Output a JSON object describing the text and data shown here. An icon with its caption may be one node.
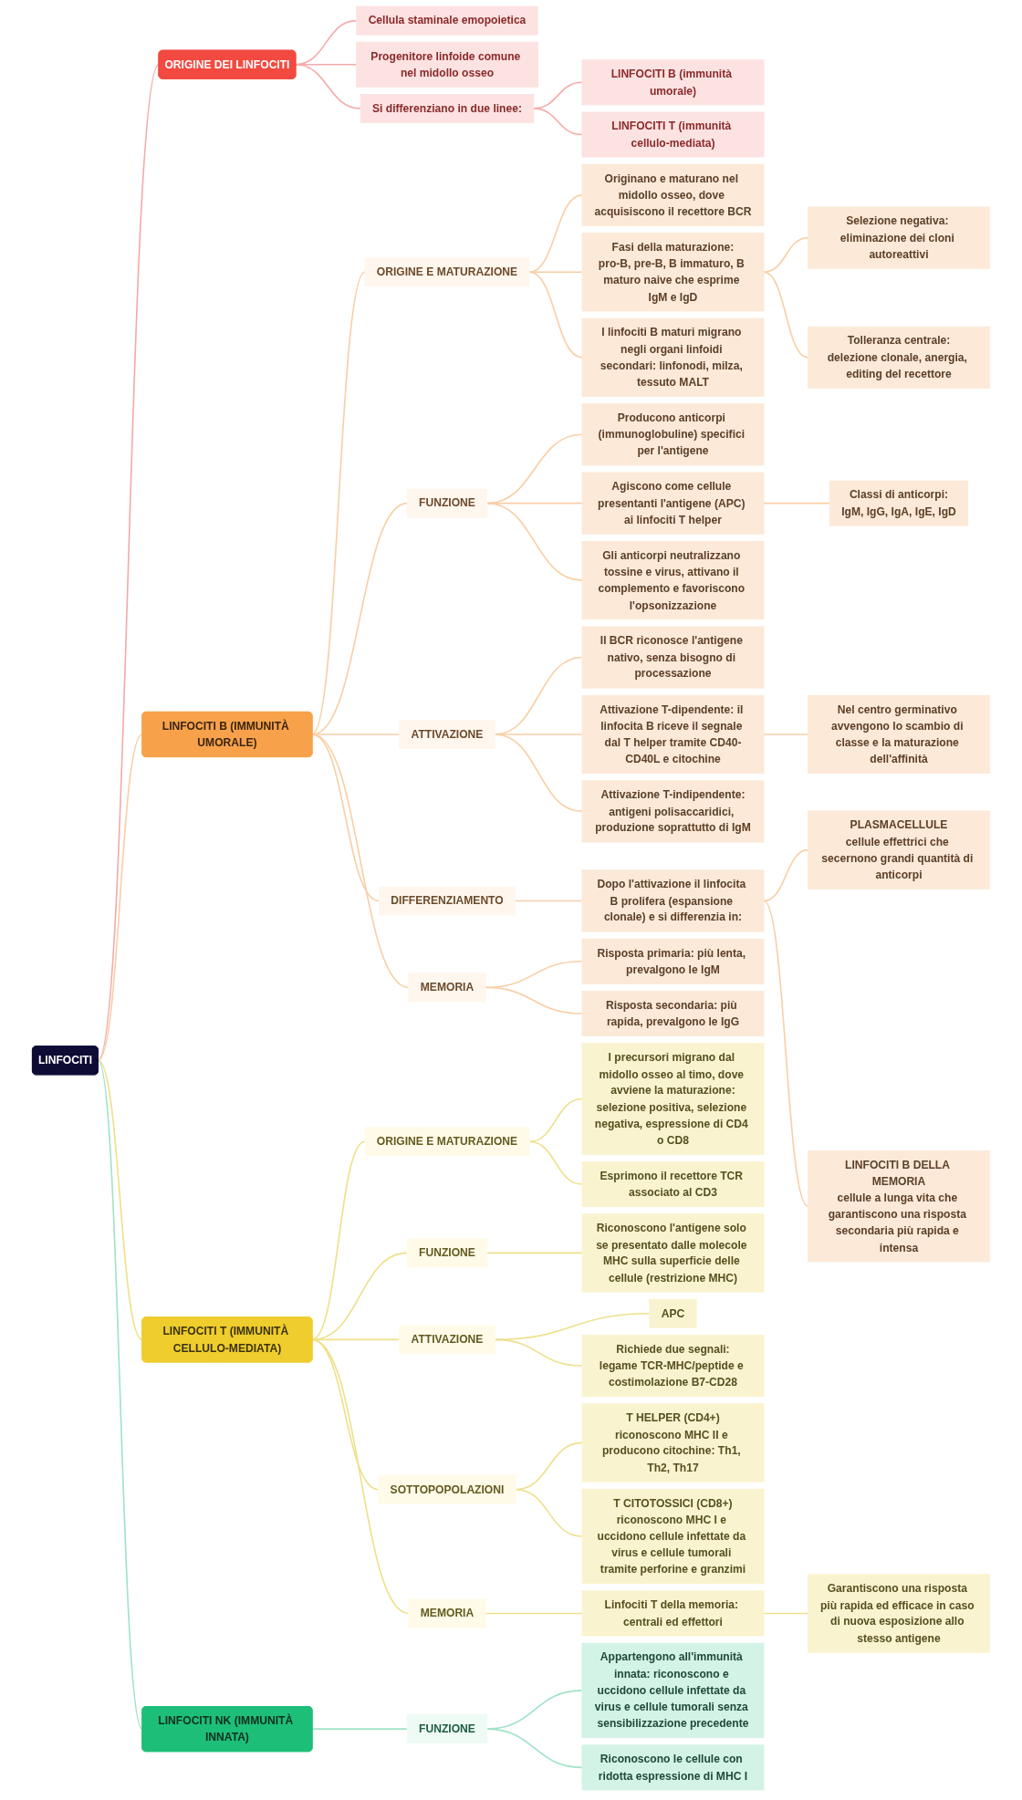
{
  "diagram": {
    "nodes": [
      {
        "text": [
          "LINFOCITI"
        ]
      },
      {
        "text": [
          "ORIGINE DEI LINFOCITI"
        ]
      },
      {
        "text": [
          "Cellula staminale emopoietica"
        ]
      },
      {
        "text": [
          "Progenitore linfoide comune nel midollo osseo"
        ]
      },
      {
        "text": [
          "Si differenziano in due linee:"
        ]
      },
      {
        "text": [
          "LINFOCITI B (immunità umorale)"
        ]
      },
      {
        "text": [
          "LINFOCITI T (immunità cellulo-mediata)"
        ]
      },
      {
        "text": [
          "LINFOCITI B (IMMUNITÀ UMORALE)"
        ]
      },
      {
        "text": [
          "ORIGINE E MATURAZIONE"
        ]
      },
      {
        "text": [
          "Originano e maturano nel midollo osseo, dove acquisiscono il recettore BCR"
        ]
      },
      {
        "text": [
          "Fasi della maturazione:",
          "pro-B, pre-B, B immaturo, B maturo naive che esprime IgM e IgD"
        ]
      },
      {
        "text": [
          "Selezione negativa: eliminazione dei cloni autoreattivi"
        ]
      },
      {
        "text": [
          "Tolleranza centrale:",
          "delezione clonale, anergia, editing del recettore"
        ]
      },
      {
        "text": [
          "I linfociti B maturi migrano negli organi linfoidi secondari: linfonodi, milza, tessuto MALT"
        ]
      },
      {
        "text": [
          "FUNZIONE"
        ]
      },
      {
        "text": [
          "Producono anticorpi (immunoglobuline) specifici per l'antigene"
        ]
      },
      {
        "text": [
          "Agiscono come cellule presentanti l'antigene (APC) ai linfociti T helper"
        ]
      },
      {
        "text": [
          "Classi di anticorpi:",
          "IgM, IgG, IgA, IgE, IgD"
        ]
      },
      {
        "text": [
          "Gli anticorpi neutralizzano tossine e virus, attivano il complemento e favoriscono l'opsonizzazione"
        ]
      },
      {
        "text": [
          "ATTIVAZIONE"
        ]
      },
      {
        "text": [
          "Il BCR riconosce l'antigene nativo, senza bisogno di processazione"
        ]
      },
      {
        "text": [
          "Attivazione T-dipendente: il linfocita B riceve il segnale dal T helper tramite CD40-CD40L e citochine"
        ]
      },
      {
        "text": [
          "Nel centro germinativo avvengono lo scambio di classe e la maturazione dell'affinità"
        ]
      },
      {
        "text": [
          "Attivazione T-indipendente:",
          "antigeni polisaccaridici, produzione soprattutto di IgM"
        ]
      },
      {
        "text": [
          "DIFFERENZIAMENTO"
        ]
      },
      {
        "text": [
          "Dopo l'attivazione il linfocita B prolifera (espansione clonale) e si differenzia in:"
        ]
      },
      {
        "text": [
          "PLASMACELLULE",
          "cellule effettrici che secernono grandi quantità di anticorpi"
        ]
      },
      {
        "text": [
          "LINFOCITI B DELLA MEMORIA",
          "cellule a lunga vita che garantiscono una risposta secondaria più rapida e intensa"
        ]
      },
      {
        "text": [
          "MEMORIA"
        ]
      },
      {
        "text": [
          "Risposta primaria: più lenta, prevalgono le IgM"
        ]
      },
      {
        "text": [
          "Risposta secondaria: più rapida, prevalgono le IgG"
        ]
      },
      {
        "text": [
          "LINFOCITI T (IMMUNITÀ CELLULO-MEDIATA)"
        ]
      },
      {
        "text": [
          "ORIGINE E MATURAZIONE"
        ]
      },
      {
        "text": [
          "I precursori migrano dal midollo osseo al timo, dove avviene la maturazione:",
          "selezione positiva, selezione negativa, espressione di CD4 o CD8"
        ]
      },
      {
        "text": [
          "Esprimono il recettore TCR associato al CD3"
        ]
      },
      {
        "text": [
          "FUNZIONE"
        ]
      },
      {
        "text": [
          "Riconoscono l'antigene solo se presentato dalle molecole MHC sulla superficie delle cellule (restrizione MHC)"
        ]
      },
      {
        "text": [
          "ATTIVAZIONE"
        ]
      },
      {
        "text": [
          "APC"
        ]
      },
      {
        "text": [
          "Richiede due segnali:",
          "legame TCR-MHC/peptide e costimolazione B7-CD28"
        ]
      },
      {
        "text": [
          "SOTTOPOPOLAZIONI"
        ]
      },
      {
        "text": [
          "T HELPER (CD4+)",
          "riconoscono MHC II e producono citochine: Th1, Th2, Th17"
        ]
      },
      {
        "text": [
          "T CITOTOSSICI (CD8+)",
          "riconoscono MHC I e uccidono cellule infettate da virus e cellule tumorali tramite perforine e granzimi"
        ]
      },
      {
        "text": [
          "MEMORIA"
        ]
      },
      {
        "text": [
          "Linfociti T della memoria: centrali ed effettori"
        ]
      },
      {
        "text": [
          "Garantiscono una risposta più rapida ed efficace in caso di nuova esposizione allo stesso antigene"
        ]
      },
      {
        "text": [
          "LINFOCITI NK (IMMUNITÀ INNATA)"
        ]
      },
      {
        "text": [
          "FUNZIONE"
        ]
      },
      {
        "text": [
          "Appartengono all'immunità innata: riconoscono e uccidono cellule infettate da virus e cellule tumorali senza sensibilizzazione precedente"
        ]
      },
      {
        "text": [
          "Riconoscono le cellule con ridotta espressione di MHC I"
        ]
      }
    ],
    "edges": [
      {
        "from": 0,
        "to": 1,
        "arrow": "none",
        "color": "#f5a9a9"
      },
      {
        "from": 1,
        "to": 2,
        "arrow": "none",
        "color": "#f5a9a9"
      },
      {
        "from": 1,
        "to": 3,
        "arrow": "none",
        "color": "#f5a9a9"
      },
      {
        "from": 1,
        "to": 4,
        "arrow": "none",
        "color": "#f5a9a9"
      },
      {
        "from": 4,
        "to": 5,
        "arrow": "none",
        "color": "#f5a9a9"
      },
      {
        "from": 4,
        "to": 6,
        "arrow": "none",
        "color": "#f5a9a9"
      },
      {
        "from": 0,
        "to": 7,
        "arrow": "none",
        "color": "#f8cfa6"
      },
      {
        "from": 7,
        "to": 8,
        "arrow": "none",
        "color": "#f8cfa6"
      },
      {
        "from": 8,
        "to": 9,
        "arrow": "none",
        "color": "#f8cfa6"
      },
      {
        "from": 8,
        "to": 10,
        "arrow": "none",
        "color": "#f8cfa6"
      },
      {
        "from": 10,
        "to": 11,
        "arrow": "none",
        "color": "#f8cfa6"
      },
      {
        "from": 10,
        "to": 12,
        "arrow": "none",
        "color": "#f8cfa6"
      },
      {
        "from": 8,
        "to": 13,
        "arrow": "none",
        "color": "#f8cfa6"
      },
      {
        "from": 7,
        "to": 14,
        "arrow": "none",
        "color": "#f8cfa6"
      },
      {
        "from": 14,
        "to": 15,
        "arrow": "none",
        "color": "#f8cfa6"
      },
      {
        "from": 14,
        "to": 16,
        "arrow": "none",
        "color": "#f8cfa6"
      },
      {
        "from": 16,
        "to": 17,
        "arrow": "none",
        "color": "#f8cfa6"
      },
      {
        "from": 14,
        "to": 18,
        "arrow": "none",
        "color": "#f8cfa6"
      },
      {
        "from": 7,
        "to": 19,
        "arrow": "none",
        "color": "#f8cfa6"
      },
      {
        "from": 19,
        "to": 20,
        "arrow": "none",
        "color": "#f8cfa6"
      },
      {
        "from": 19,
        "to": 21,
        "arrow": "none",
        "color": "#f8cfa6"
      },
      {
        "from": 21,
        "to": 22,
        "arrow": "none",
        "color": "#f8cfa6"
      },
      {
        "from": 19,
        "to": 23,
        "arrow": "none",
        "color": "#f8cfa6"
      },
      {
        "from": 7,
        "to": 24,
        "arrow": "none",
        "color": "#f8cfa6"
      },
      {
        "from": 24,
        "to": 25,
        "arrow": "none",
        "color": "#f8cfa6"
      },
      {
        "from": 25,
        "to": 26,
        "arrow": "none",
        "color": "#f8cfa6"
      },
      {
        "from": 25,
        "to": 27,
        "arrow": "none",
        "color": "#f8cfa6"
      },
      {
        "from": 7,
        "to": 28,
        "arrow": "none",
        "color": "#f8cfa6"
      },
      {
        "from": 28,
        "to": 29,
        "arrow": "none",
        "color": "#f8cfa6"
      },
      {
        "from": 28,
        "to": 30,
        "arrow": "none",
        "color": "#f8cfa6"
      },
      {
        "from": 0,
        "to": 31,
        "arrow": "none",
        "color": "#eee08a"
      },
      {
        "from": 31,
        "to": 32,
        "arrow": "none",
        "color": "#eee08a"
      },
      {
        "from": 32,
        "to": 33,
        "arrow": "none",
        "color": "#eee08a"
      },
      {
        "from": 32,
        "to": 34,
        "arrow": "none",
        "color": "#eee08a"
      },
      {
        "from": 31,
        "to": 35,
        "arrow": "none",
        "color": "#eee08a"
      },
      {
        "from": 35,
        "to": 36,
        "arrow": "none",
        "color": "#eee08a"
      },
      {
        "from": 31,
        "to": 37,
        "arrow": "none",
        "color": "#eee08a"
      },
      {
        "from": 37,
        "to": 38,
        "arrow": "none",
        "color": "#eee08a"
      },
      {
        "from": 37,
        "to": 39,
        "arrow": "none",
        "color": "#eee08a"
      },
      {
        "from": 31,
        "to": 40,
        "arrow": "none",
        "color": "#eee08a"
      },
      {
        "from": 40,
        "to": 41,
        "arrow": "none",
        "color": "#eee08a"
      },
      {
        "from": 40,
        "to": 42,
        "arrow": "none",
        "color": "#eee08a"
      },
      {
        "from": 31,
        "to": 43,
        "arrow": "none",
        "color": "#eee08a"
      },
      {
        "from": 43,
        "to": 44,
        "arrow": "none",
        "color": "#eee08a"
      },
      {
        "from": 44,
        "to": 45,
        "arrow": "none",
        "color": "#eee08a"
      },
      {
        "from": 0,
        "to": 46,
        "arrow": "none",
        "color": "#9fe3c6"
      },
      {
        "from": 46,
        "to": 47,
        "arrow": "none",
        "color": "#9fe3c6"
      },
      {
        "from": 47,
        "to": 48,
        "arrow": "none",
        "color": "#9fe3c6"
      },
      {
        "from": 47,
        "to": 49,
        "arrow": "none",
        "color": "#9fe3c6"
      }
    ]
  }
}
